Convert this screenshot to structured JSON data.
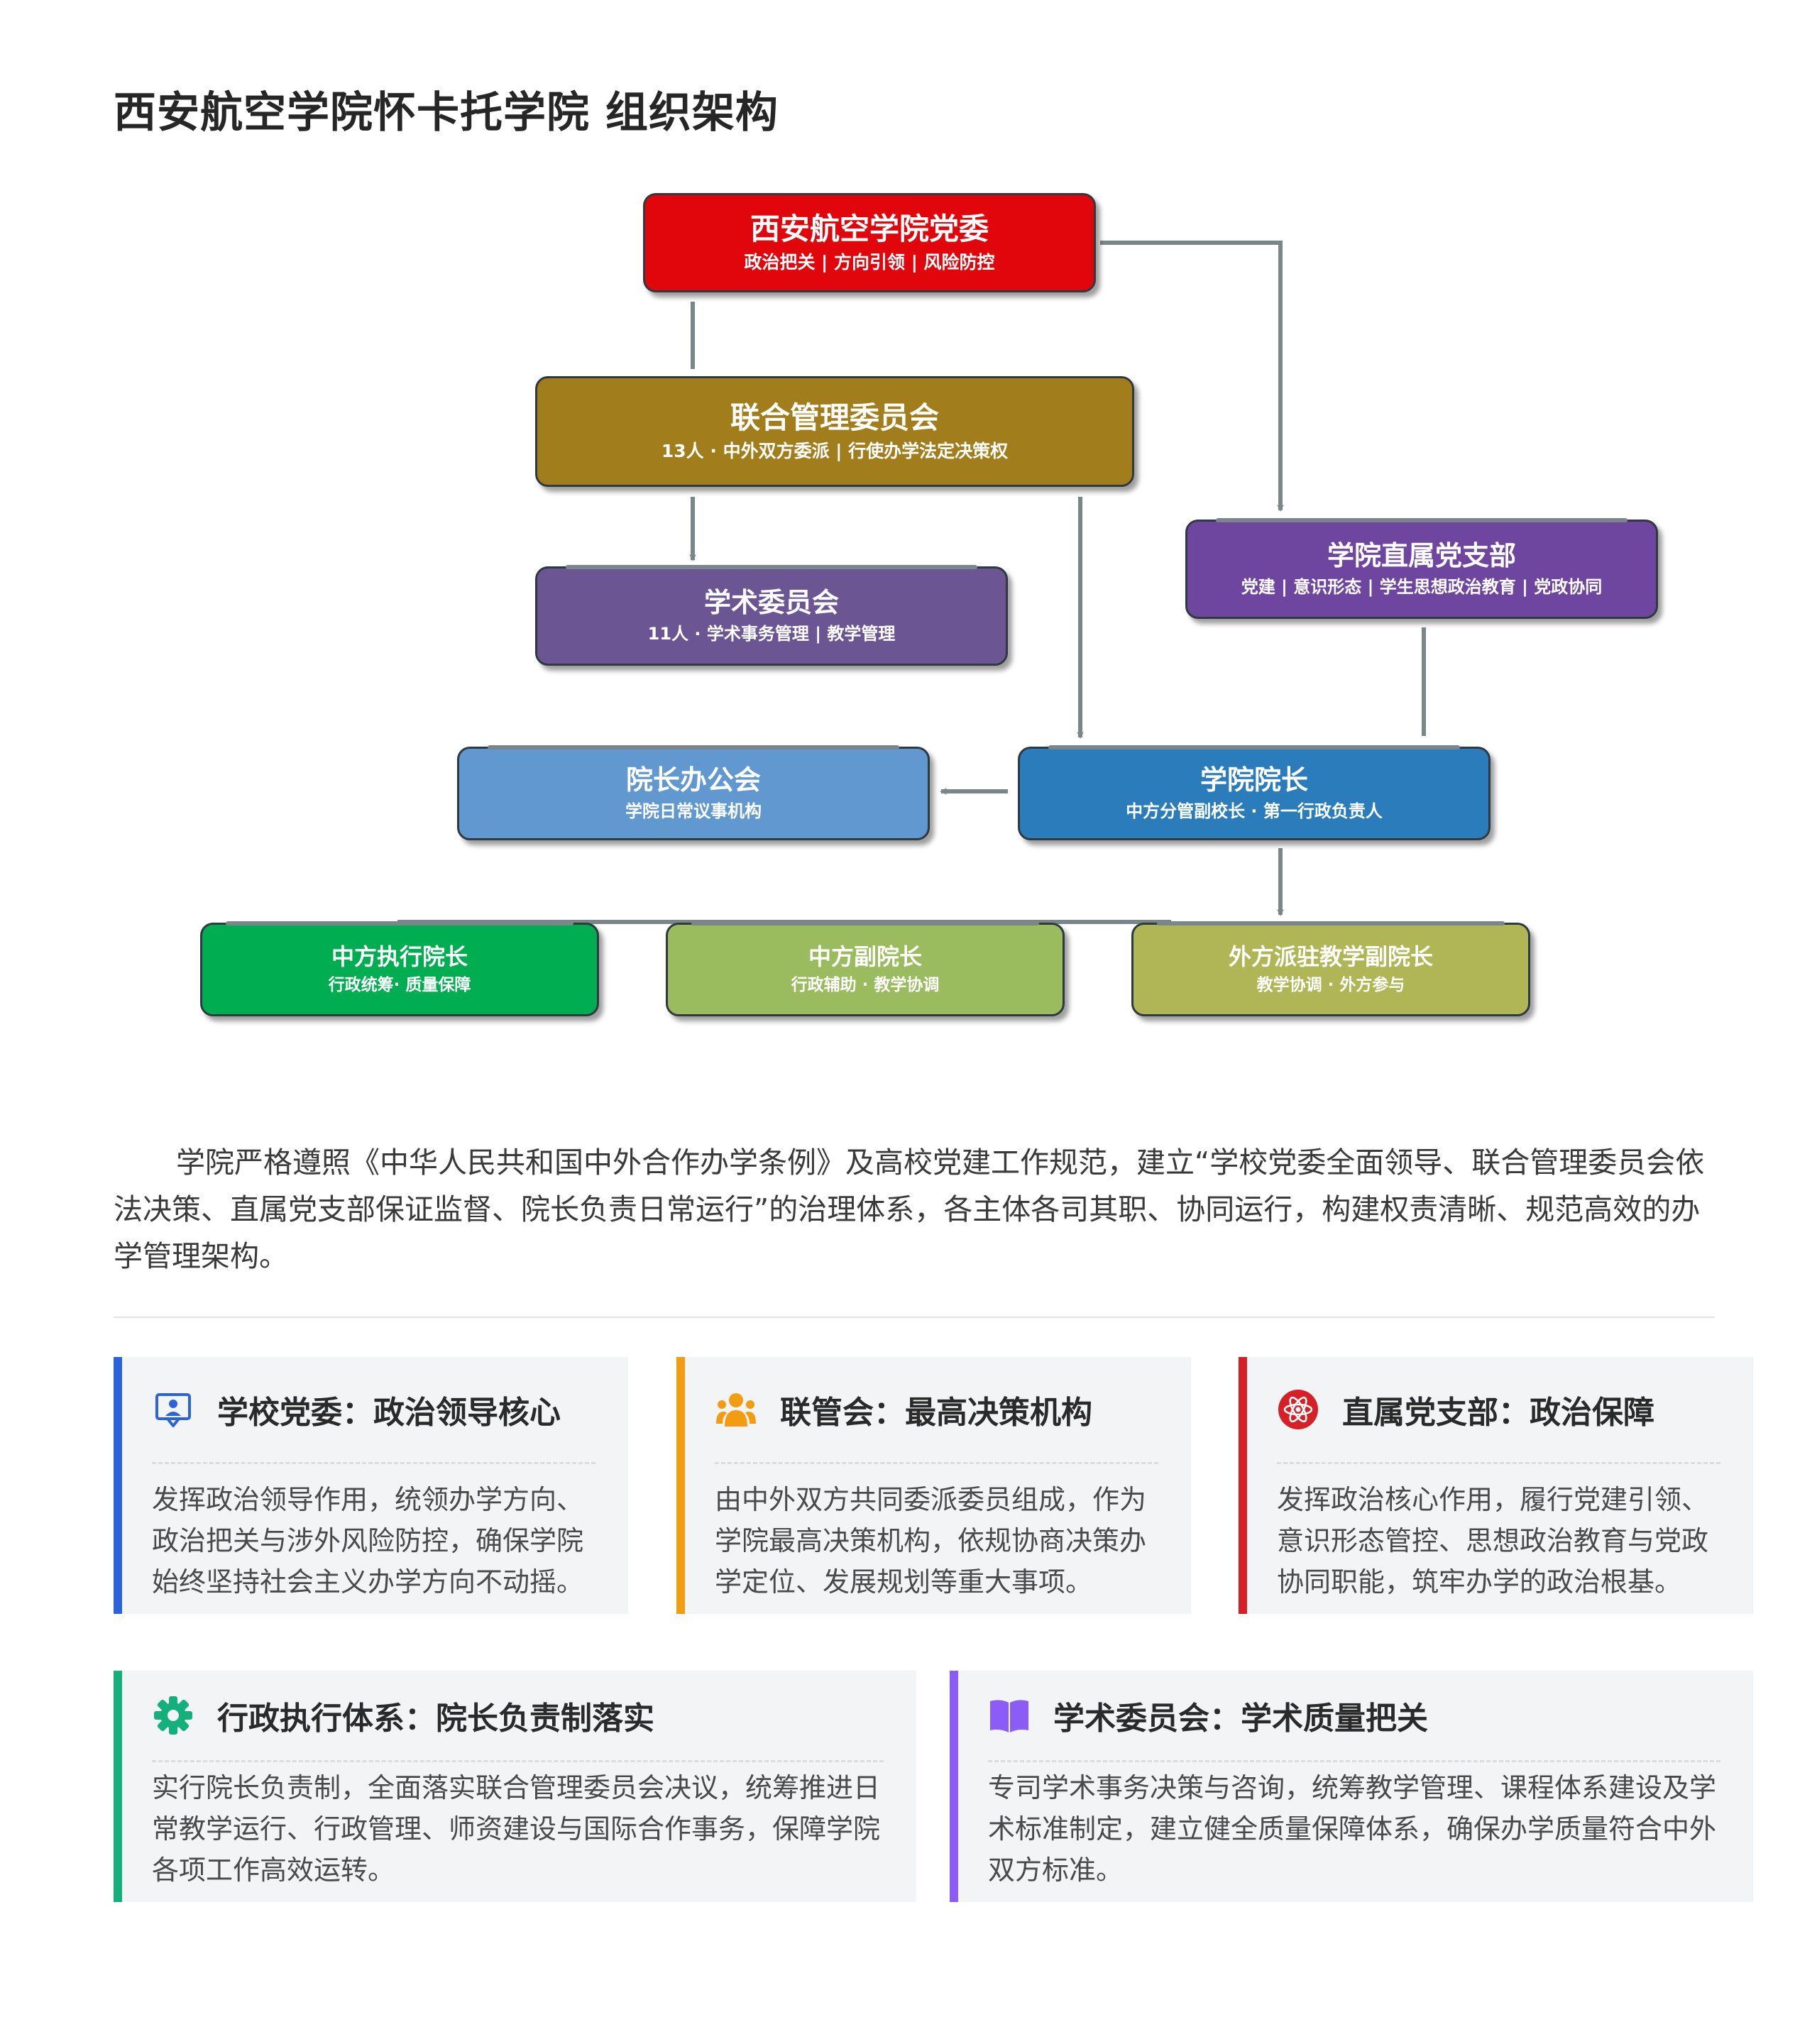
{
  "page_title": "西安航空学院怀卡托学院 组织架构",
  "org_chart": {
    "nodes": {
      "party_committee": {
        "title": "西安航空学院党委",
        "subtitle": "政治把关 | 方向引领 | 风险防控",
        "color": "#e0060b"
      },
      "joint_committee": {
        "title": "联合管理委员会",
        "subtitle": "13人 · 中外双方委派 | 行使办学法定决策权",
        "color": "#a27d1b"
      },
      "academic_committee": {
        "title": "学术委员会",
        "subtitle": "11人 · 学术事务管理 | 教学管理",
        "color": "#6b5592"
      },
      "party_branch": {
        "title": "学院直属党支部",
        "subtitle": "党建 | 意识形态 | 学生思想政治教育 | 党政协同",
        "color": "#6e46a0"
      },
      "dean_office": {
        "title": "院长办公会",
        "subtitle": "学院日常议事机构",
        "color": "#6198cf"
      },
      "dean": {
        "title": "学院院长",
        "subtitle": "中方分管副校长 · 第一行政负责人",
        "color": "#2b7cba"
      },
      "exec_dean": {
        "title": "中方执行院长",
        "subtitle": "行政统筹· 质量保障",
        "color": "#00ad50"
      },
      "vice_dean": {
        "title": "中方副院长",
        "subtitle": "行政辅助 · 教学协调",
        "color": "#9bbb5f"
      },
      "foreign_vice_dean": {
        "title": "外方派驻教学副院长",
        "subtitle": "教学协调 · 外方参与",
        "color": "#b0b655"
      }
    },
    "connector_color": "#7a8788"
  },
  "intro": "学院严格遵照《中华人民共和国中外合作办学条例》及高校党建工作规范，建立“学校党委全面领导、联合管理委员会依法决策、直属党支部保证监督、院长负责日常运行”的治理体系，各主体各司其职、协同运行，构建权责清晰、规范高效的办学管理架构。",
  "cards": [
    {
      "title": "学校党委：政治领导核心",
      "body": "发挥政治领导作用，统领办学方向、政治把关与涉外风险防控，确保学院始终坚持社会主义办学方向不动摇。",
      "icon": "presentation-user-icon",
      "accent": "#2b63d9"
    },
    {
      "title": "联管会：最高决策机构",
      "body": "由中外双方共同委派委员组成，作为学院最高决策机构，依规协商决策办学定位、发展规划等重大事项。",
      "icon": "users-icon",
      "accent": "#f39c12"
    },
    {
      "title": "直属党支部：政治保障",
      "body": "发挥政治核心作用，履行党建引领、意识形态管控、思想政治教育与党政协同职能，筑牢办学的政治根基。",
      "icon": "atom-icon",
      "accent": "#d62027"
    },
    {
      "title": "行政执行体系：院长负责制落实",
      "body": "实行院长负责制，全面落实联合管理委员会决议，统筹推进日常教学运行、行政管理、师资建设与国际合作事务，保障学院各项工作高效运转。",
      "icon": "gear-icon",
      "accent": "#13b07c"
    },
    {
      "title": "学术委员会：学术质量把关",
      "body": "专司学术事务决策与咨询，统筹教学管理、课程体系建设及学术标准制定，建立健全质量保障体系，确保办学质量符合中外双方标准。",
      "icon": "book-icon",
      "accent": "#8b5cf6"
    }
  ]
}
